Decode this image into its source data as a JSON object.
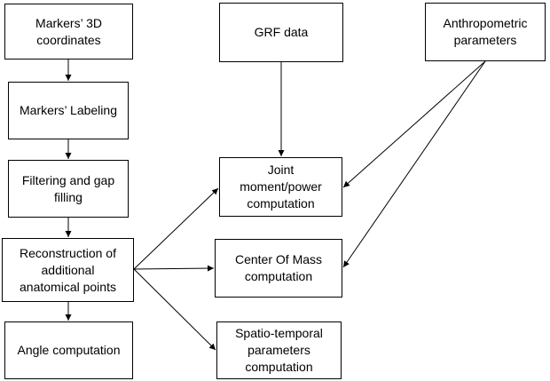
{
  "nodes": {
    "markers_3d": "Markers’ 3D\ncoordinates",
    "labeling": "Markers’ Labeling",
    "filtering": "Filtering and gap\nfilling",
    "reconstruction": "Reconstruction of\nadditional\nanatomical points",
    "angle": "Angle computation",
    "grf": "GRF data",
    "anthropometric": "Anthropometric\nparameters",
    "joint": "Joint\nmoment/power\ncomputation",
    "com": "Center Of Mass\ncomputation",
    "spatio": "Spatio-temporal\nparameters\ncomputation"
  },
  "edges": [
    {
      "from": "markers_3d",
      "to": "labeling"
    },
    {
      "from": "labeling",
      "to": "filtering"
    },
    {
      "from": "filtering",
      "to": "reconstruction"
    },
    {
      "from": "reconstruction",
      "to": "angle"
    },
    {
      "from": "reconstruction",
      "to": "joint"
    },
    {
      "from": "reconstruction",
      "to": "com"
    },
    {
      "from": "reconstruction",
      "to": "spatio"
    },
    {
      "from": "grf",
      "to": "joint"
    },
    {
      "from": "anthropometric",
      "to": "joint"
    },
    {
      "from": "anthropometric",
      "to": "com"
    }
  ]
}
